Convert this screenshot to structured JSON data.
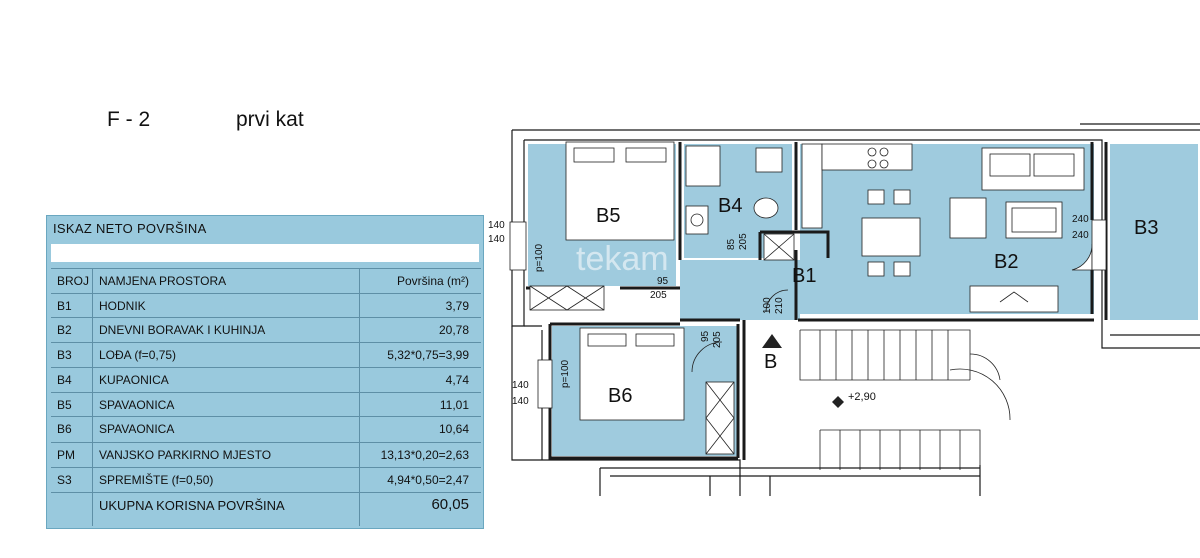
{
  "header": {
    "unit_code": "F - 2",
    "floor": "prvi kat"
  },
  "table": {
    "title": "ISKAZ NETO POVRŠINA",
    "col_code": "BROJ",
    "col_name": "NAMJENA PROSTORA",
    "col_area": "Površina (m²)",
    "rows": [
      {
        "code": "B1",
        "name": "HODNIK",
        "area": "3,79"
      },
      {
        "code": "B2",
        "name": "DNEVNI BORAVAK I KUHINJA",
        "area": "20,78"
      },
      {
        "code": "B3",
        "name": "LOĐA (f=0,75)",
        "area": "5,32*0,75=3,99"
      },
      {
        "code": "B4",
        "name": "KUPAONICA",
        "area": "4,74"
      },
      {
        "code": "B5",
        "name": "SPAVAONICA",
        "area": "11,01"
      },
      {
        "code": "B6",
        "name": "SPAVAONICA",
        "area": "10,64"
      },
      {
        "code": "PM",
        "name": "VANJSKO PARKIRNO MJESTO",
        "area": "13,13*0,20=2,63"
      },
      {
        "code": "S3",
        "name": "SPREMIŠTE (f=0,50)",
        "area": "4,94*0,50=2,47"
      }
    ],
    "total_label": "UKUPNA KORISNA POVRŠINA",
    "total_value": "60,05"
  },
  "plan": {
    "rooms": {
      "b1": "B1",
      "b2": "B2",
      "b3": "B3",
      "b4": "B4",
      "b5": "B5",
      "b6": "B6",
      "stair": "B"
    },
    "dims": {
      "win_b5_w": "140",
      "win_b5_h": "140",
      "win_b6_w": "140",
      "win_b6_h": "140",
      "win_b3_w": "240",
      "win_b3_h": "240",
      "door_b5": "p=100",
      "door_b6": "p=100",
      "d95a": "95",
      "d205a": "205",
      "d95b": "95",
      "d205b": "205",
      "d85": "85",
      "d205c": "205",
      "d100": "100",
      "d210": "210"
    },
    "level": "+2,90",
    "watermark": "tekam",
    "colors": {
      "room_fill": "#9fcbde",
      "wall": "#1a1a1a",
      "table_bg": "#99c9dd"
    }
  }
}
